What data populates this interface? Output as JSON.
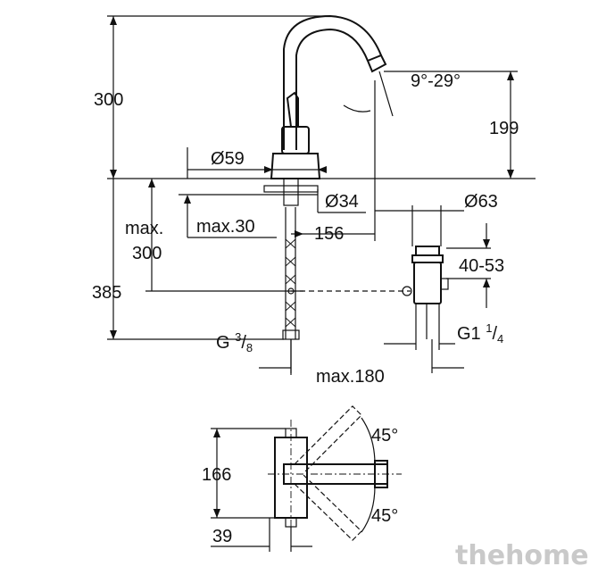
{
  "drawing": {
    "side_view": {
      "height_total": "300",
      "spout_height": "199",
      "swivel_angle": "9°-29°",
      "base_diameter_label": "Ø",
      "base_diameter": "59",
      "hole_diameter_label": "Ø",
      "hole_diameter": "34",
      "max_thickness": "max.30",
      "projection": "156",
      "pipe_length_line1": "max.",
      "pipe_length_line2": "300",
      "total_length": "385",
      "thread_prefix": "G ",
      "thread_num": "3",
      "thread_slash": "/",
      "thread_den": "8",
      "max_distance": "max.180",
      "waste_diameter_label": "Ø",
      "waste_diameter": "63",
      "waste_range": "40-53",
      "waste_thread_prefix": "G1 ",
      "waste_thread_num": "1",
      "waste_thread_slash": "/",
      "waste_thread_den": "4"
    },
    "top_view": {
      "width": "166",
      "offset": "39",
      "angle_top": "45°",
      "angle_bottom": "45°"
    }
  },
  "watermark": "thehome"
}
